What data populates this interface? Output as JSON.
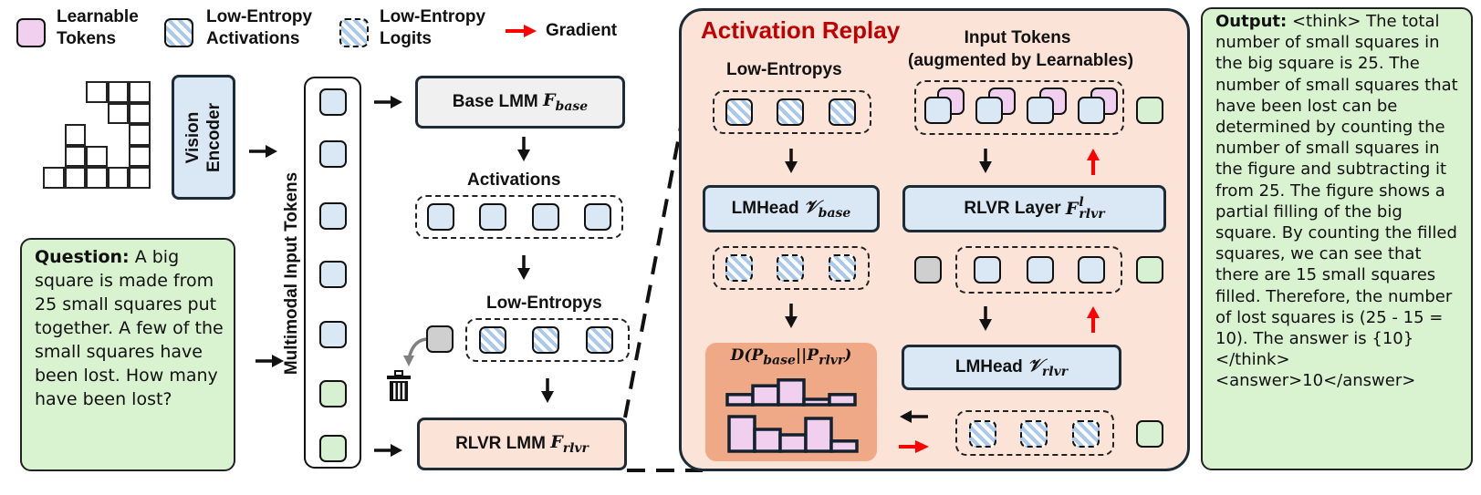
{
  "legend": {
    "learnable": {
      "label_line1": "Learnable",
      "label_line2": "Tokens",
      "icon": "pink-token-icon"
    },
    "activations": {
      "label_line1": "Low-Entropy",
      "label_line2": "Activations",
      "icon": "hatched-token-icon"
    },
    "logits": {
      "label_line1": "Low-Entropy",
      "label_line2": "Logits",
      "icon": "dashed-hatched-token-icon"
    },
    "gradient": {
      "label": "Gradient",
      "icon": "red-arrow-icon"
    }
  },
  "colors": {
    "token_blue": "#dae8f6",
    "token_green": "#d8f0d2",
    "token_pink": "#f0d0ee",
    "token_gray": "#cfcfcf",
    "hatch_blue": "#a9c8ea",
    "replay_bg": "#fbe3d8",
    "kl_bg": "#f0a986",
    "title_red": "#c00000",
    "gradient_red": "#ff0000",
    "text_box_green": "#d9f2d0",
    "base_box": "#f0f0f0",
    "rlvr_box": "#fbe3d8"
  },
  "image_figure": {
    "description": "staircase of small squares",
    "rows": [
      [
        0,
        0,
        1,
        1,
        1
      ],
      [
        0,
        0,
        0,
        1,
        1
      ],
      [
        0,
        1,
        0,
        0,
        1
      ],
      [
        0,
        1,
        1,
        0,
        1
      ],
      [
        1,
        1,
        1,
        1,
        1
      ]
    ]
  },
  "vision_encoder": {
    "line1": "Vision",
    "line2": "Encoder"
  },
  "question": {
    "label": "Question:",
    "text": "A big square is made from 25 small squares put together. A few of the small squares have been lost. How many have been lost?"
  },
  "multimodal_tokens": {
    "label": "Multimodal Input Tokens",
    "tokens": [
      "blue",
      "blue",
      "blue",
      "blue",
      "blue",
      "green",
      "green"
    ]
  },
  "base_lmm": {
    "label": "Base LMM ",
    "symbol": "F",
    "sub": "base"
  },
  "activations": {
    "label": "Activations",
    "count": 4
  },
  "low_entropys_left": {
    "label": "Low-Entropys",
    "count": 3,
    "discarded": 1
  },
  "rlvr_lmm": {
    "label": "RLVR LMM ",
    "symbol": "F",
    "sub": "rlvr"
  },
  "replay": {
    "title": "Activation Replay",
    "low_entropys_label": "Low-Entropys",
    "input_tokens_label_line1": "Input Tokens",
    "input_tokens_label_line2": "(augmented by Learnables)",
    "lmhead_base": {
      "label": "LMHead ",
      "symbol": "𝒱",
      "sub": "base"
    },
    "rlvr_layer": {
      "label": "RLVR Layer ",
      "symbol": "F",
      "sup": "l",
      "sub": "rlvr"
    },
    "lmhead_rlvr": {
      "label": "LMHead ",
      "symbol": "𝒱",
      "sub": "rlvr"
    },
    "divergence": {
      "label": "D(P",
      "sub1": "base",
      "mid": "||P",
      "sub2": "rlvr",
      "end": ")"
    },
    "hist_top": [
      0.35,
      0.65,
      0.85,
      0.15,
      0.35
    ],
    "hist_bottom": [
      0.95,
      0.6,
      0.45,
      0.9,
      0.28
    ]
  },
  "output": {
    "label": "Output:",
    "text": "<think> The total number of small squares in the big square is 25. The number of small squares that have been lost can be determined by counting the number of small squares in the figure and subtracting it from 25. The figure shows a partial filling of the big square. By counting the filled squares, we can see that there are 15 small squares filled. Therefore, the number of lost squares is (25 - 15 = 10). The answer is {10}</think> <answer>10</answer>"
  }
}
